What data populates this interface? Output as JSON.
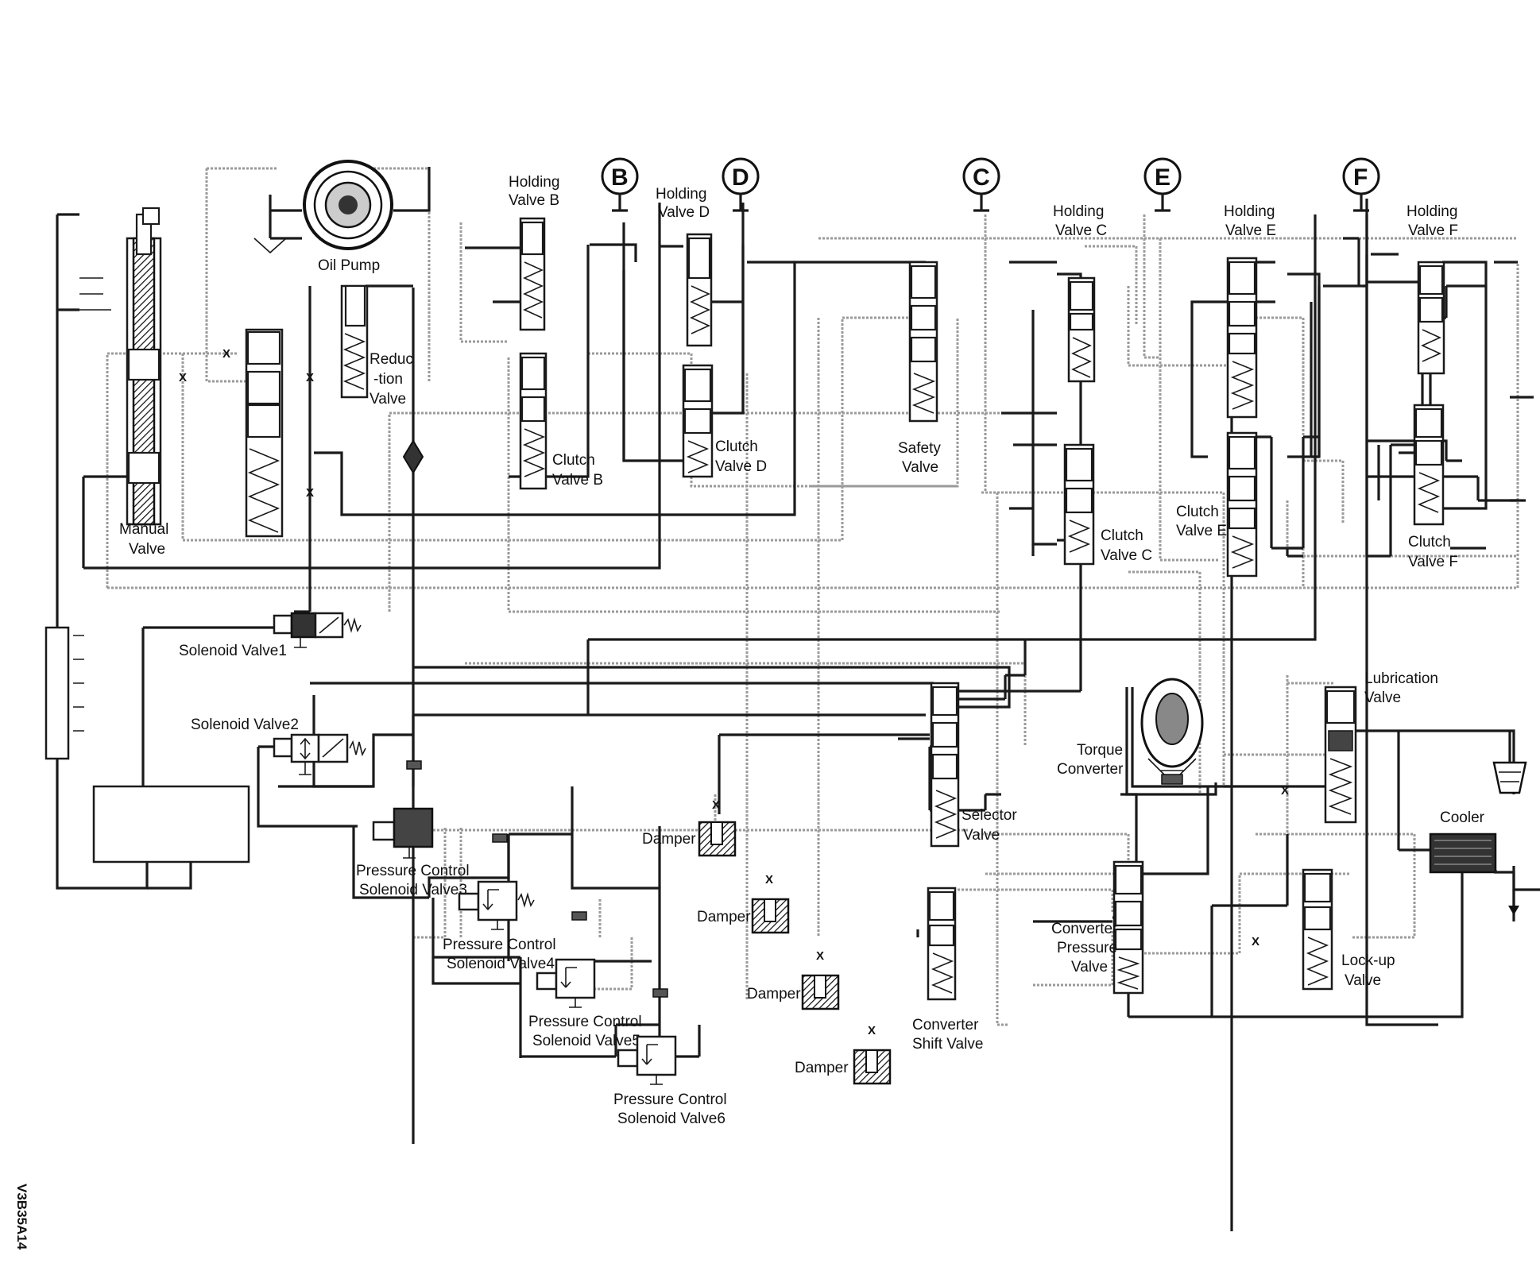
{
  "labels": {
    "manual_valve": [
      "Manual",
      "Valve"
    ],
    "oil_pump": "Oil Pump",
    "reduction_valve": [
      "Reduc",
      "-tion",
      "Valve"
    ],
    "holding_valve_b": [
      "Holding",
      "Valve B"
    ],
    "clutch_valve_b": [
      "Clutch",
      "Valve B"
    ],
    "holding_valve_d": [
      "Holding",
      "Valve D"
    ],
    "clutch_valve_d": [
      "Clutch",
      "Valve D"
    ],
    "safety_valve": [
      "Safety",
      "Valve"
    ],
    "holding_valve_c": [
      "Holding",
      "Valve C"
    ],
    "clutch_valve_c": [
      "Clutch",
      "Valve C"
    ],
    "holding_valve_e": [
      "Holding",
      "Valve E"
    ],
    "clutch_valve_e": [
      "Clutch",
      "Valve E"
    ],
    "holding_valve_f": [
      "Holding",
      "Valve F"
    ],
    "clutch_valve_f": [
      "Clutch",
      "Valve F"
    ],
    "solenoid_valve_1": "Solenoid Valve1",
    "solenoid_valve_2": "Solenoid Valve2",
    "pcs_valve_3": [
      "Pressure Control",
      "Solenoid Valve3"
    ],
    "pcs_valve_4": [
      "Pressure Control",
      "Solenoid Valve4"
    ],
    "pcs_valve_5": [
      "Pressure Control",
      "Solenoid Valve5"
    ],
    "pcs_valve_6": [
      "Pressure Control",
      "Solenoid Valve6"
    ],
    "damper_1": "Damper",
    "damper_2": "Damper",
    "damper_3": "Damper",
    "damper_4": "Damper",
    "selector_valve": [
      "Selector",
      "Valve"
    ],
    "converter_shift_valve": [
      "Converter",
      "Shift Valve"
    ],
    "torque_converter": [
      "Torque",
      "Converter"
    ],
    "converter_pressure_valve": [
      "Converter",
      "Pressure",
      "Valve"
    ],
    "lubrication_valve": [
      "Lubrication",
      "Valve"
    ],
    "lockup_valve": [
      "Lock-up",
      "Valve"
    ],
    "cooler": "Cooler"
  },
  "port_markers": [
    "B",
    "D",
    "C",
    "E",
    "F"
  ],
  "figure_code": "V3B35A14",
  "restriction_mark": "X",
  "colors": {
    "main_line": "#1a1a1a",
    "pilot_line": "#9a9a9a",
    "background": "#ffffff"
  }
}
